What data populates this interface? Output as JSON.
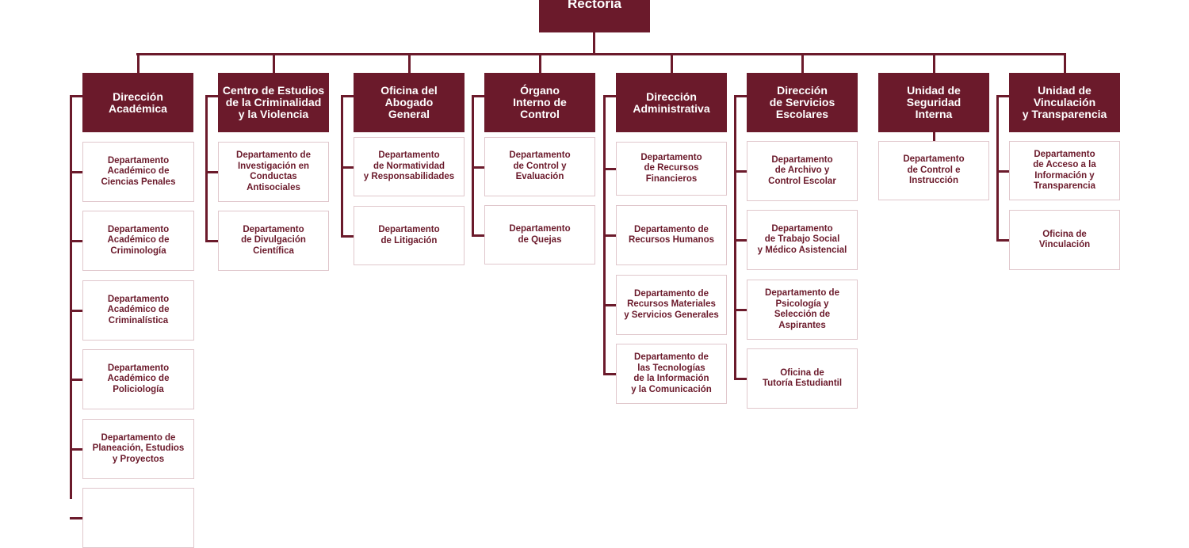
{
  "root": {
    "label": "Rectoría"
  },
  "colors": {
    "dark": "#6b1a2b",
    "light_border": "#e0c7cc",
    "light_text": "#6b1a2b"
  },
  "columns": [
    {
      "head": "Dirección\nAcadémica",
      "children": [
        "Departamento\nAcadémico de\nCiencias Penales",
        "Departamento\nAcadémico de\nCriminología",
        "Departamento\nAcadémico de\nCriminalística",
        "Departamento\nAcadémico de\nPoliciología",
        "Departamento de\nPlaneación, Estudios\ny Proyectos",
        ""
      ]
    },
    {
      "head": "Centro de Estudios\nde la Criminalidad\ny la Violencia",
      "children": [
        "Departamento de\nInvestigación en\nConductas\nAntisociales",
        "Departamento\nde Divulgación\nCientífica"
      ]
    },
    {
      "head": "Oficina del\nAbogado\nGeneral",
      "children": [
        "Departamento\nde Normatividad\ny Responsabilidades",
        "Departamento\nde Litigación"
      ]
    },
    {
      "head": "Órgano\nInterno de\nControl",
      "children": [
        "Departamento\nde Control y\nEvaluación",
        "Departamento\nde Quejas"
      ]
    },
    {
      "head": "Dirección\nAdministrativa",
      "children": [
        "Departamento\nde Recursos\nFinancieros",
        "Departamento de\nRecursos Humanos",
        "Departamento de\nRecursos Materiales\ny Servicios Generales",
        "Departamento de\nlas Tecnologías\nde la Información\ny la Comunicación"
      ]
    },
    {
      "head": "Dirección\nde Servicios\nEscolares",
      "children": [
        "Departamento\nde Archivo y\nControl Escolar",
        "Departamento\nde Trabajo Social\ny Médico Asistencial",
        "Departamento de\nPsicología y\nSelección de\nAspirantes",
        "Oficina de\nTutoría Estudiantil"
      ]
    },
    {
      "head": "Unidad de\nSeguridad\nInterna",
      "children": [
        "Departamento\nde Control e\nInstrucción"
      ]
    },
    {
      "head": "Unidad de\nVinculación\ny Transparencia",
      "children": [
        "Departamento\nde Acceso a la\nInformación y\nTransparencia",
        "Oficina de\nVinculación"
      ]
    }
  ]
}
